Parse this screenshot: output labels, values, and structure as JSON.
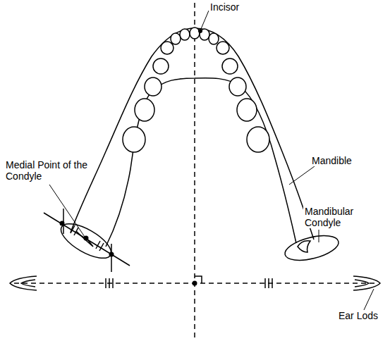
{
  "diagram": {
    "labels": [
      "Incisor",
      "Medial Point of the Condyle",
      "Mandible",
      "Mandibular Condyle",
      "Ear Lods"
    ]
  }
}
